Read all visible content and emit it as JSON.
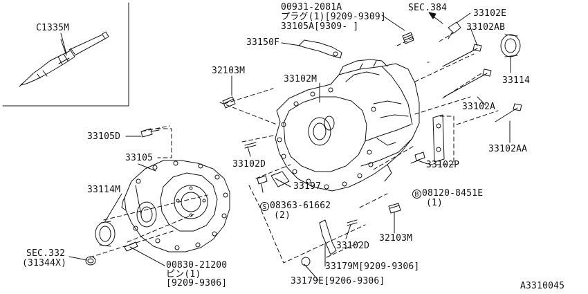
{
  "diagram_id": "A3310045",
  "inset": {
    "label": "C1335M"
  },
  "callouts": {
    "c1335m": "C1335M",
    "plug_part": "00931-2081A",
    "plug_desc": "プラグ(1)[9209-9309]",
    "plug_alt": "33105A[9309-    ]",
    "sec384": "SEC.384",
    "p33102e": "33102E",
    "p33102ab": "33102AB",
    "p33150f": "33150F",
    "p32103m_top": "32103M",
    "p33102m": "33102M",
    "p33114": "33114",
    "p33102a": "33102A",
    "p33105d": "33105D",
    "p33105": "33105",
    "p33102d_left": "33102D",
    "p33102aa": "33102AA",
    "p33102p": "33102P",
    "p33114m": "33114M",
    "p33197": "33197",
    "bolt_b_symbol": "B",
    "bolt_b_part": "08120-8451E",
    "bolt_b_qty": "(1)",
    "screw_s_symbol": "S",
    "screw_s_part": "08363-61662",
    "screw_s_qty": "(2)",
    "p32103m_bottom": "32103M",
    "p33102d_bottom": "33102D",
    "sec332": "SEC.332",
    "sec332_sub": "(31344X)",
    "pin_part": "00830-21200",
    "pin_desc": "ピン(1)",
    "pin_range": "[9209-9306]",
    "p33179m": "33179M[9209-9306]",
    "p33179e": "33179E[9206-9306]"
  }
}
